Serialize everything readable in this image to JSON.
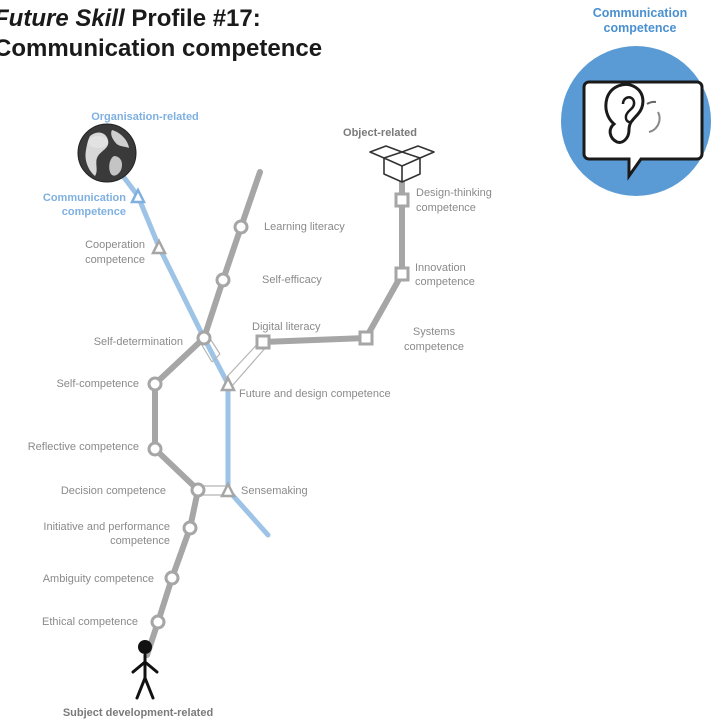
{
  "title": {
    "italic_part": "Future Skill",
    "line1_rest": " Profile #17:",
    "line2": "Communication competence"
  },
  "badge": {
    "label_line1": "Communication",
    "label_line2": "competence",
    "icon": "ear-speech-bubble-icon",
    "circle_color": "#5b9bd5"
  },
  "categories": {
    "organisation": "Organisation-related",
    "object": "Object-related",
    "subject": "Subject development-related"
  },
  "stations": {
    "communication": [
      "Communication",
      "competence"
    ],
    "cooperation": [
      "Cooperation",
      "competence"
    ],
    "learning_literacy": "Learning literacy",
    "self_efficacy": "Self-efficacy",
    "self_determination": "Self-determination",
    "self_competence": "Self-competence",
    "reflective": "Reflective competence",
    "decision": "Decision competence",
    "initiative": [
      "Initiative and performance",
      "competence"
    ],
    "ambiguity": "Ambiguity competence",
    "ethical": "Ethical competence",
    "digital_literacy": "Digital literacy",
    "systems": [
      "Systems",
      "competence"
    ],
    "innovation": [
      "Innovation",
      "competence"
    ],
    "design_thinking": [
      "Design-thinking",
      "competence"
    ],
    "future_design": "Future and design competence",
    "sensemaking": "Sensemaking"
  },
  "colors": {
    "organisation_line": "#9dc3e6",
    "subject_line": "#a6a6a6",
    "object_line": "#a6a6a6",
    "accent": "#5b9bd5",
    "highlight_label": "#7fb0e0"
  }
}
